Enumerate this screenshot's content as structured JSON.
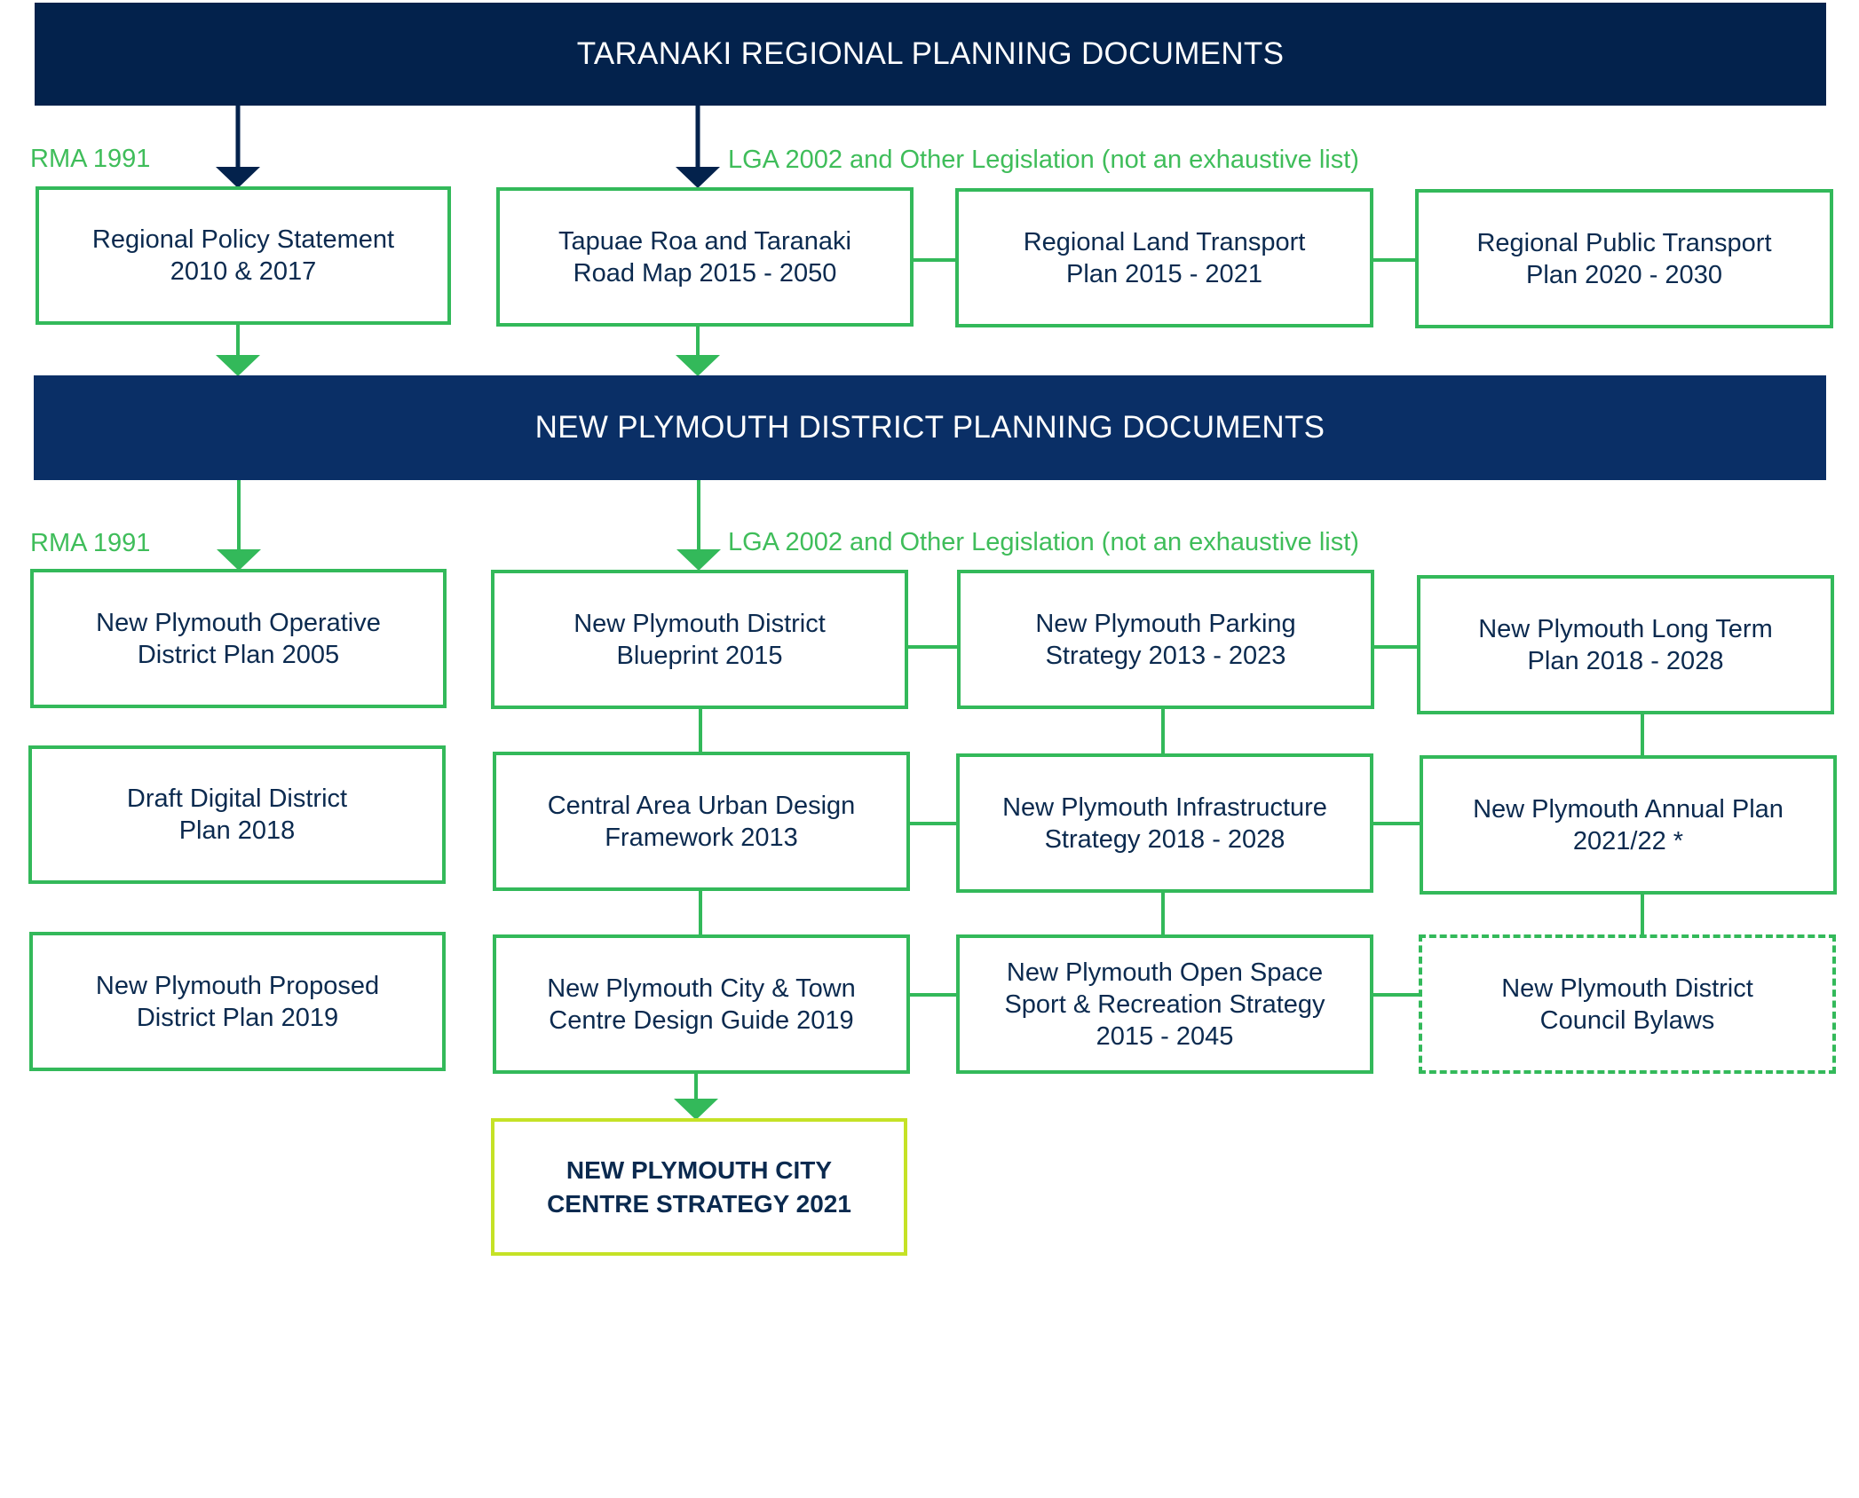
{
  "colors": {
    "navy_dark": "#03224c",
    "navy": "#0a2f66",
    "green": "#33b95a",
    "lime": "#c5e226",
    "text": "#0b2a4f"
  },
  "banners": {
    "regional": "TARANAKI REGIONAL PLANNING DOCUMENTS",
    "district": "NEW PLYMOUTH DISTRICT PLANNING DOCUMENTS"
  },
  "legislation": {
    "regional_rma": "RMA 1991",
    "regional_lga": "LGA 2002 and Other Legislation (not an exhaustive list)",
    "district_rma": "RMA 1991",
    "district_lga": "LGA 2002 and Other Legislation (not an exhaustive list)"
  },
  "regional_docs": {
    "policy_statement": {
      "line1": "Regional Policy Statement",
      "line2": "2010 & 2017"
    },
    "tapuae_roa": {
      "line1": "Tapuae Roa and Taranaki",
      "line2": "Road Map 2015 - 2050"
    },
    "land_transport": {
      "line1": "Regional Land Transport",
      "line2": "Plan 2015 - 2021"
    },
    "public_transport": {
      "line1": "Regional Public Transport",
      "line2": "Plan 2020 - 2030"
    }
  },
  "district_docs": {
    "operative_plan": {
      "line1": "New Plymouth Operative",
      "line2": "District Plan 2005"
    },
    "digital_plan": {
      "line1": "Draft Digital District",
      "line2": "Plan 2018"
    },
    "proposed_plan": {
      "line1": "New Plymouth Proposed",
      "line2": "District Plan 2019"
    },
    "blueprint": {
      "line1": "New Plymouth District",
      "line2": "Blueprint 2015"
    },
    "urban_design": {
      "line1": "Central Area Urban Design",
      "line2": "Framework 2013"
    },
    "design_guide": {
      "line1": "New Plymouth City & Town",
      "line2": "Centre Design Guide 2019"
    },
    "parking": {
      "line1": "New Plymouth Parking",
      "line2": "Strategy 2013 - 2023"
    },
    "infrastructure": {
      "line1": "New Plymouth Infrastructure",
      "line2": "Strategy 2018 - 2028"
    },
    "open_space": {
      "line1": "New Plymouth Open Space",
      "line2": "Sport & Recreation Strategy",
      "line3": "2015 - 2045"
    },
    "long_term": {
      "line1": "New Plymouth Long Term",
      "line2": "Plan 2018 - 2028"
    },
    "annual_plan": {
      "line1": "New Plymouth Annual Plan",
      "line2": "2021/22 *"
    },
    "bylaws": {
      "line1": "New Plymouth District",
      "line2": "Council Bylaws"
    }
  },
  "final": {
    "line1": "NEW PLYMOUTH CITY",
    "line2": "CENTRE STRATEGY 2021"
  }
}
